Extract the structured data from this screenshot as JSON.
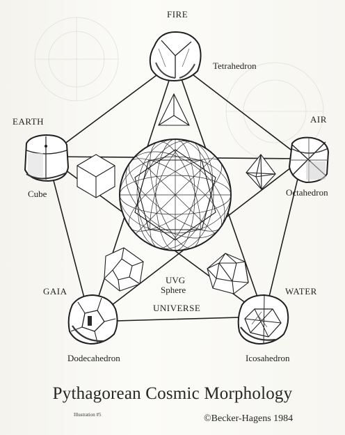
{
  "labels": {
    "fire": "FIRE",
    "tetrahedron": "Tetrahedron",
    "earth": "EARTH",
    "air": "AIR",
    "cube": "Cube",
    "octahedron": "Octahedron",
    "uvg_line1": "UVG",
    "uvg_line2": "Sphere",
    "gaia": "GAIA",
    "water": "WATER",
    "universe": "UNIVERSE",
    "dodecahedron": "Dodecahedron",
    "icosahedron": "Icosahedron"
  },
  "title": "Pythagorean Cosmic Morphology",
  "illustration_note": "Illustration #5",
  "credit": "©Becker-Hagens 1984",
  "colors": {
    "ink": "#1f1f1f",
    "paper": "#f7f6f1"
  }
}
